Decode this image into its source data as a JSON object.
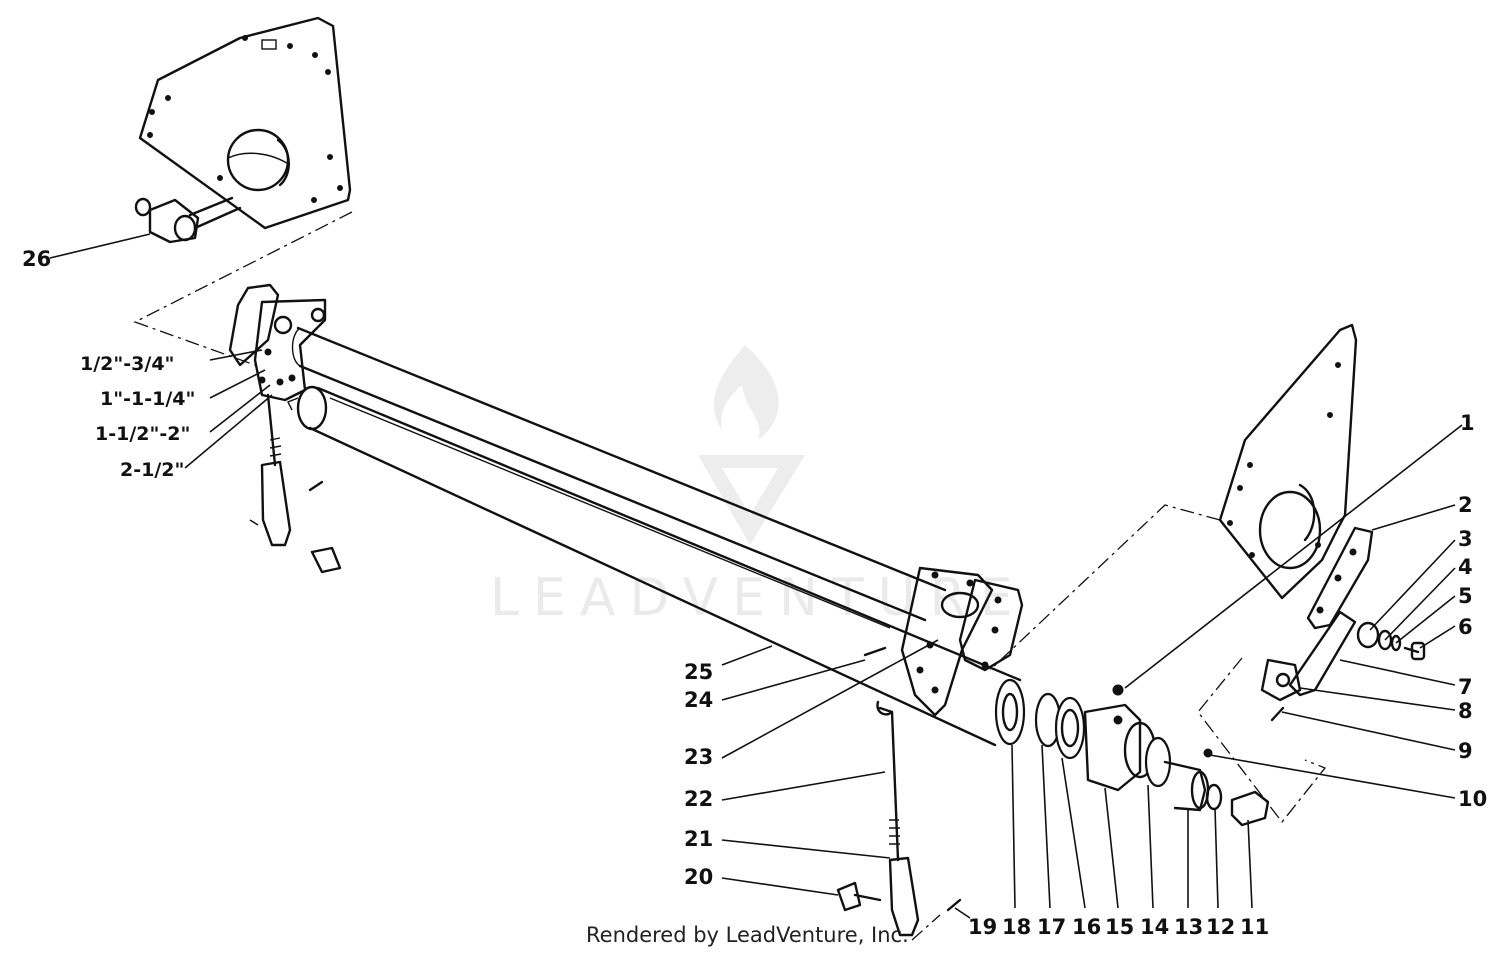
{
  "callouts": [
    {
      "id": "1",
      "text": "1"
    },
    {
      "id": "2",
      "text": "2"
    },
    {
      "id": "3",
      "text": "3"
    },
    {
      "id": "4",
      "text": "4"
    },
    {
      "id": "5",
      "text": "5"
    },
    {
      "id": "6",
      "text": "6"
    },
    {
      "id": "7",
      "text": "7"
    },
    {
      "id": "8",
      "text": "8"
    },
    {
      "id": "9",
      "text": "9"
    },
    {
      "id": "10",
      "text": "10"
    },
    {
      "id": "11",
      "text": "11"
    },
    {
      "id": "12",
      "text": "12"
    },
    {
      "id": "13",
      "text": "13"
    },
    {
      "id": "14",
      "text": "14"
    },
    {
      "id": "15",
      "text": "15"
    },
    {
      "id": "16",
      "text": "16"
    },
    {
      "id": "17",
      "text": "17"
    },
    {
      "id": "18",
      "text": "18"
    },
    {
      "id": "19",
      "text": "19"
    },
    {
      "id": "20",
      "text": "20"
    },
    {
      "id": "21",
      "text": "21"
    },
    {
      "id": "22",
      "text": "22"
    },
    {
      "id": "23",
      "text": "23"
    },
    {
      "id": "24",
      "text": "24"
    },
    {
      "id": "25",
      "text": "25"
    },
    {
      "id": "26",
      "text": "26"
    }
  ],
  "size_labels": [
    {
      "id": "s1",
      "text": "1/2\"-3/4\""
    },
    {
      "id": "s2",
      "text": "1\"-1-1/4\""
    },
    {
      "id": "s3",
      "text": "1-1/2\"-2\""
    },
    {
      "id": "s4",
      "text": "2-1/2\""
    }
  ],
  "credit": "Rendered by LeadVenture, Inc.",
  "watermark": "LEADVENTURE"
}
